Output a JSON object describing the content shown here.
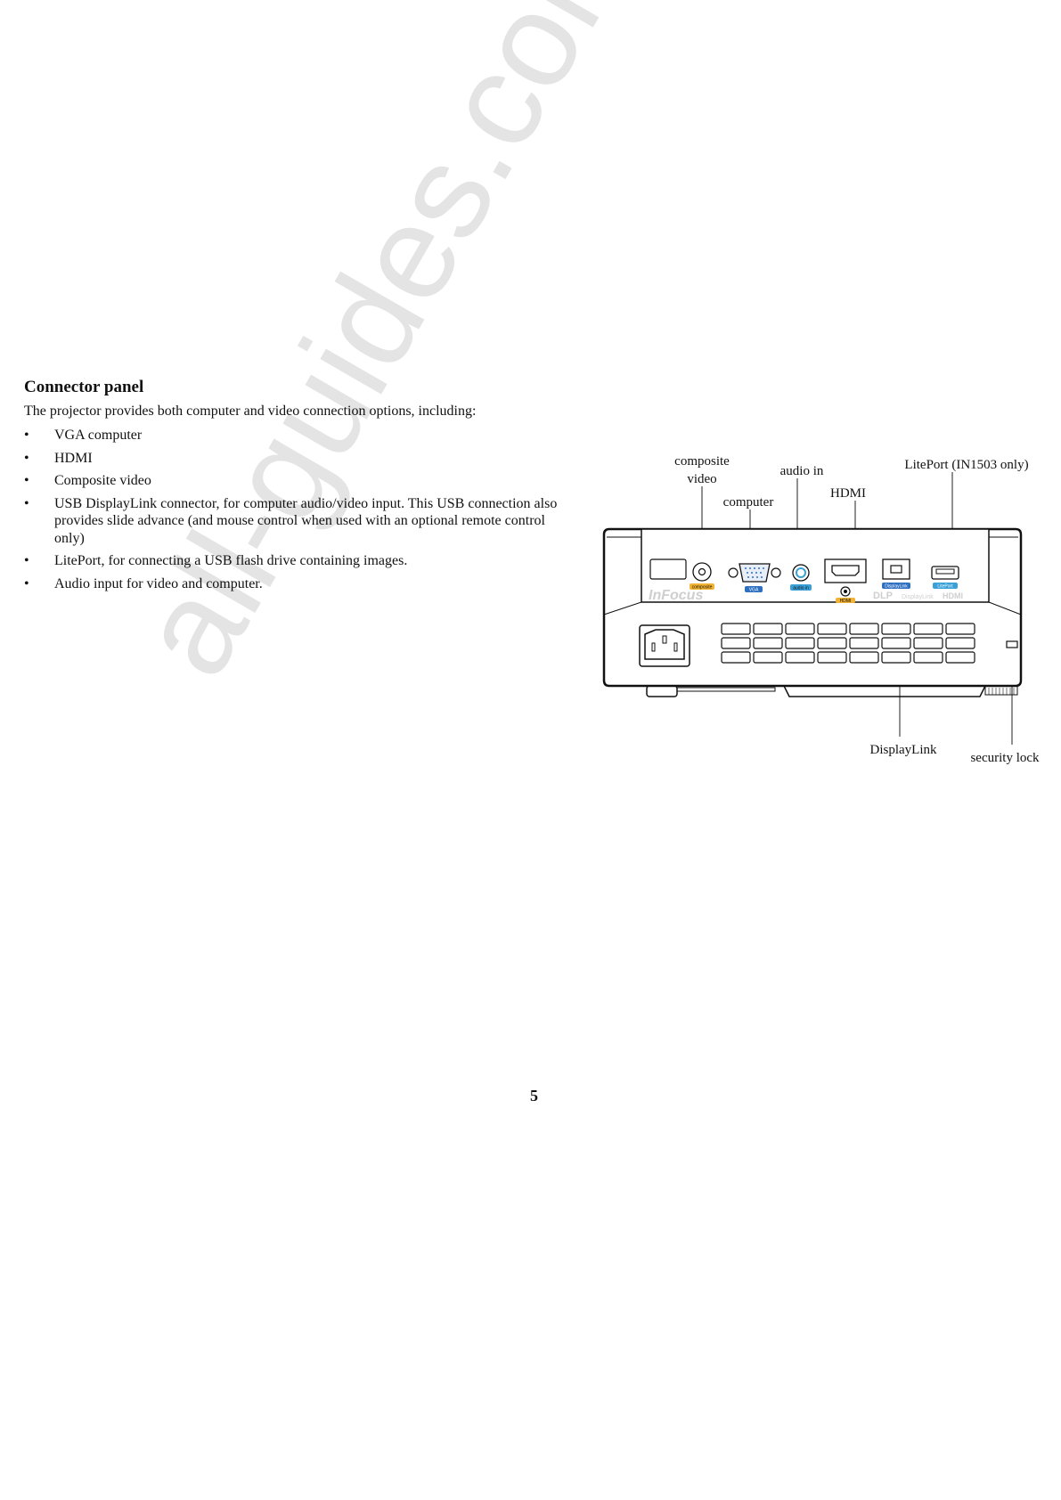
{
  "watermark": "all-guides.com",
  "section": {
    "heading": "Connector panel",
    "intro": "The projector provides both computer and video connection options, including:",
    "bullets": [
      "VGA computer",
      "HDMI",
      "Composite video",
      "USB DisplayLink connector, for computer audio/video input. This USB connection also provides slide advance (and mouse control when used with an optional remote control only)",
      "LitePort, for connecting a USB flash drive containing images.",
      "Audio input for video and computer."
    ]
  },
  "diagram": {
    "callouts": {
      "composite_line1": "composite",
      "composite_line2": "video",
      "audio_in": "audio in",
      "liteport": "LitePort (IN1503 only)",
      "computer": "computer",
      "hdmi": "HDMI",
      "displaylink": "DisplayLink",
      "security_lock": "security lock"
    },
    "panel_labels": {
      "brand": "InFocus",
      "composite": "composite",
      "vga": "VGA",
      "audio": "audio in",
      "hdmi": "HDMI",
      "displaylink": "DisplayLink",
      "liteport": "LitePort",
      "dlp": "DLP",
      "displaylink_logo": "DisplayLink",
      "hdmi_logo": "HDMI"
    },
    "colors": {
      "composite_tag": "#f2b233",
      "vga_tag": "#2d6fc1",
      "audio_tag": "#3aa0d8",
      "hdmi_tag": "#f2b233",
      "displaylink_tag": "#2d6fc1",
      "liteport_tag": "#3aa0d8"
    }
  },
  "page_number": "5"
}
